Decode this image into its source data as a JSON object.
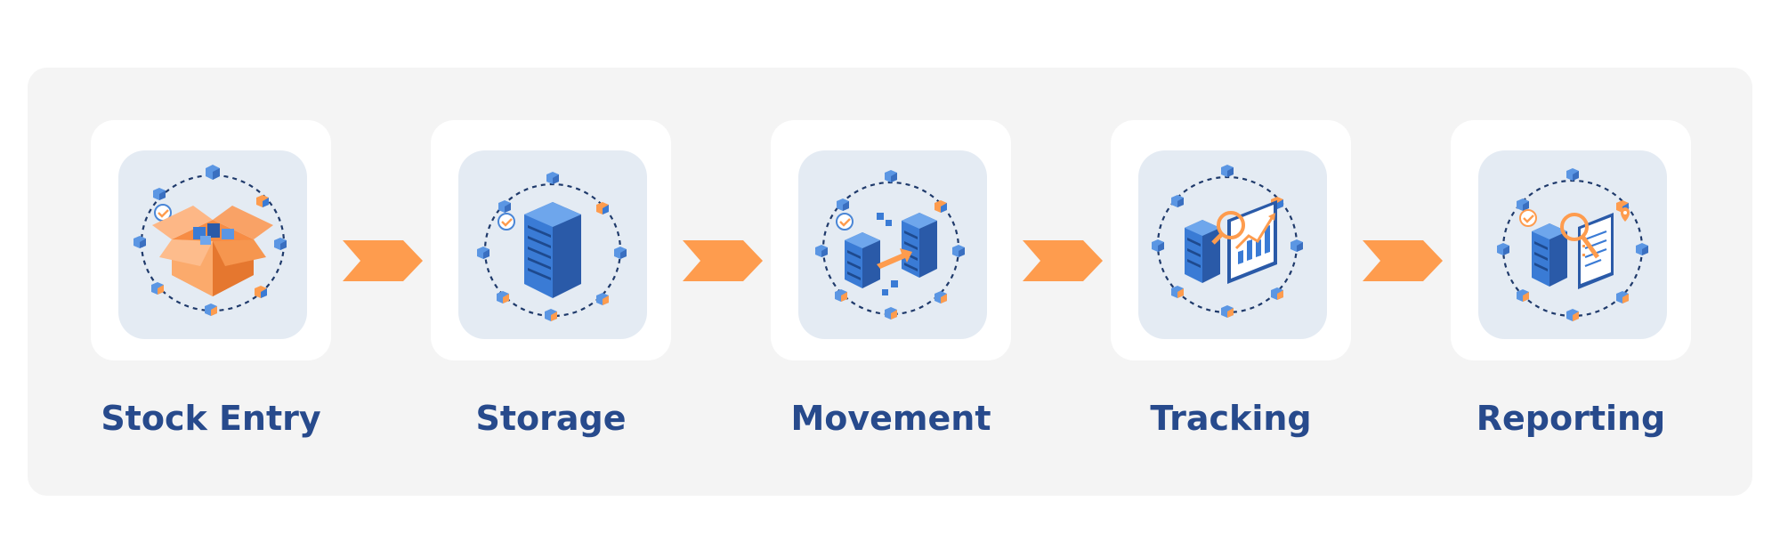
{
  "colors": {
    "panel": "#f4f4f4",
    "card": "#ffffff",
    "tile": "#e4ebf3",
    "label": "#274a8c",
    "accent_orange": "#fe9c4e",
    "primary_blue": "#3a7bd5",
    "dark_blue": "#2a5aa8",
    "light_blue": "#6ea6ec",
    "orbit": "#1f3a6b"
  },
  "steps": [
    {
      "label": "Stock Entry",
      "icon": "open-box-icon"
    },
    {
      "label": "Storage",
      "icon": "server-rack-icon"
    },
    {
      "label": "Movement",
      "icon": "server-transfer-icon"
    },
    {
      "label": "Tracking",
      "icon": "server-chart-icon"
    },
    {
      "label": "Reporting",
      "icon": "server-report-icon"
    }
  ],
  "connectors": [
    "chevron-arrow-icon",
    "chevron-arrow-icon",
    "chevron-arrow-icon",
    "chevron-arrow-icon"
  ]
}
